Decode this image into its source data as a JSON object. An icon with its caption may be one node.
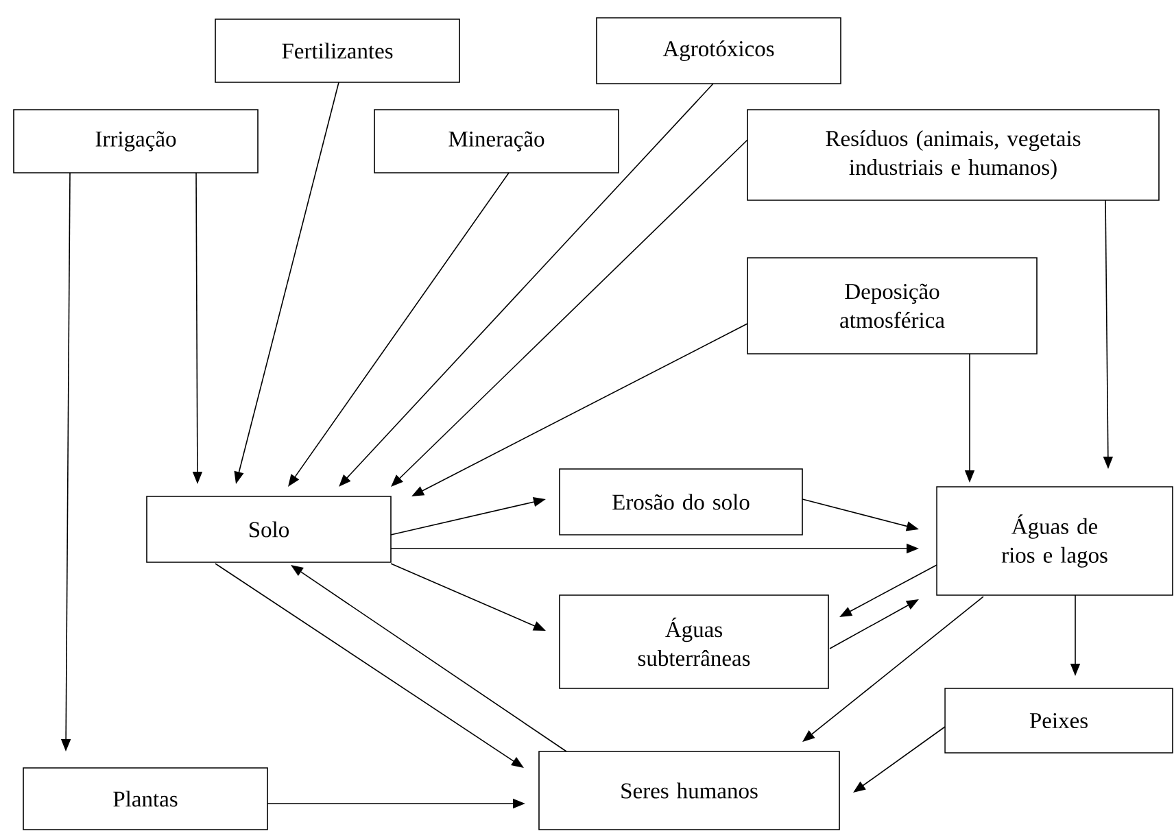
{
  "diagram": {
    "nodes": [
      {
        "text": [
          "Fertilizantes"
        ]
      },
      {
        "text": [
          "Agrotóxicos"
        ]
      },
      {
        "text": [
          "Irrigação"
        ]
      },
      {
        "text": [
          "Mineração"
        ]
      },
      {
        "text": [
          "Resíduos (animais, vegetais industriais e humanos)"
        ]
      },
      {
        "text": [
          "Deposição atmosférica"
        ]
      },
      {
        "text": [
          "Solo"
        ]
      },
      {
        "text": [
          "Erosão do solo"
        ]
      },
      {
        "text": [
          "Águas de rios e lagos"
        ]
      },
      {
        "text": [
          "Águas subterrâneas"
        ]
      },
      {
        "text": [
          "Peixes"
        ]
      },
      {
        "text": [
          "Plantas"
        ]
      },
      {
        "text": [
          "Seres humanos"
        ]
      }
    ],
    "edges": [
      {
        "from": 2,
        "to": 6,
        "arrow": "to"
      },
      {
        "from": 2,
        "to": 11,
        "arrow": "to"
      },
      {
        "from": 0,
        "to": 6,
        "arrow": "to"
      },
      {
        "from": 3,
        "to": 6,
        "arrow": "to"
      },
      {
        "from": 1,
        "to": 6,
        "arrow": "to"
      },
      {
        "from": 4,
        "to": 6,
        "arrow": "to"
      },
      {
        "from": 5,
        "to": 6,
        "arrow": "to"
      },
      {
        "from": 5,
        "to": 8,
        "arrow": "to"
      },
      {
        "from": 4,
        "to": 8,
        "arrow": "to"
      },
      {
        "from": 6,
        "to": 7,
        "arrow": "to"
      },
      {
        "from": 6,
        "to": 8,
        "arrow": "to"
      },
      {
        "from": 6,
        "to": 9,
        "arrow": "to"
      },
      {
        "from": 6,
        "to": 12,
        "arrow": "to"
      },
      {
        "from": 12,
        "to": 6,
        "arrow": "to"
      },
      {
        "from": 7,
        "to": 8,
        "arrow": "to"
      },
      {
        "from": 8,
        "to": 9,
        "arrow": "to"
      },
      {
        "from": 9,
        "to": 8,
        "arrow": "to"
      },
      {
        "from": 8,
        "to": 12,
        "arrow": "to"
      },
      {
        "from": 8,
        "to": 10,
        "arrow": "to"
      },
      {
        "from": 10,
        "to": 12,
        "arrow": "to"
      },
      {
        "from": 11,
        "to": 12,
        "arrow": "to"
      }
    ]
  }
}
